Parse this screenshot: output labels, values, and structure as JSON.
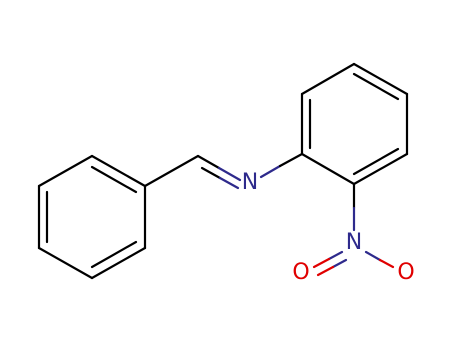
{
  "molecule": {
    "atoms": [
      {
        "id": "N_imine",
        "label": "N",
        "color": "#2e2a8c"
      },
      {
        "id": "N_nitro",
        "label": "N",
        "color": "#2e2a8c"
      },
      {
        "id": "O_left",
        "label": "O",
        "color": "#e00000"
      },
      {
        "id": "O_right",
        "label": "O",
        "color": "#e00000"
      }
    ],
    "bond_color": "#000000"
  }
}
